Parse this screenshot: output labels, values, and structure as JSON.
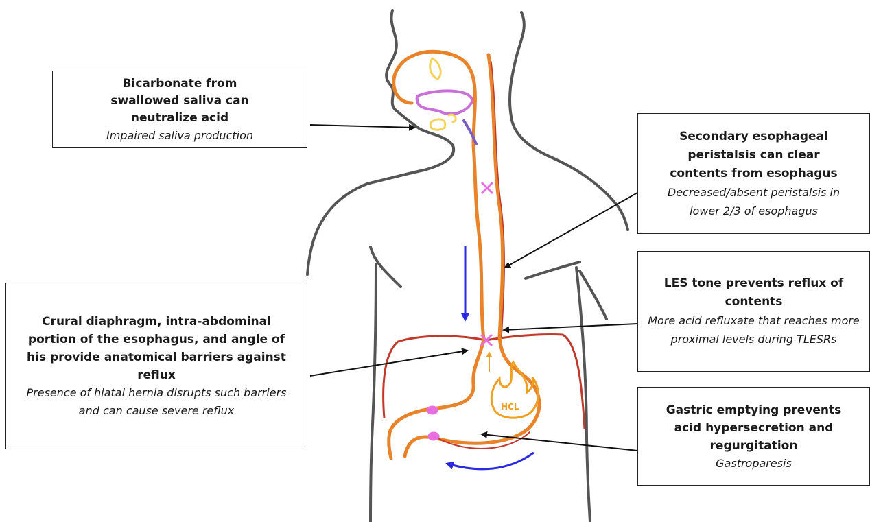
{
  "boxes": {
    "saliva": {
      "title": "Bicarbonate from swallowed saliva can neutralize acid",
      "subtitle": "Impaired saliva production"
    },
    "peristalsis": {
      "title": "Secondary esophageal peristalsis can clear contents from esophagus",
      "subtitle": "Decreased/absent peristalsis in lower 2/3 of esophagus"
    },
    "les": {
      "title": "LES tone prevents reflux of contents",
      "subtitle": "More acid refluxate that reaches more proximal levels during TLESRs"
    },
    "crural": {
      "title": "Crural diaphragm, intra-abdominal portion of the esophagus, and angle of his provide anatomical barriers against reflux",
      "subtitle": "Presence of hiatal hernia disrupts such barriers and can cause severe reflux"
    },
    "gastric": {
      "title": "Gastric emptying prevents acid hypersecretion and regurgitation",
      "subtitle": "Gastroparesis"
    }
  },
  "stomach_label": "HCL",
  "colors": {
    "body_outline": "#555555",
    "gi_tract": "#e8832a",
    "gi_tract_inner": "#c0392b",
    "diaphragm": "#c0392b",
    "sphincter": "#e86ee0",
    "flow_arrow": "#2a2ae0",
    "acid": "#f0a020",
    "tongue": "#c96fd8",
    "palate": "#f3d35a"
  }
}
